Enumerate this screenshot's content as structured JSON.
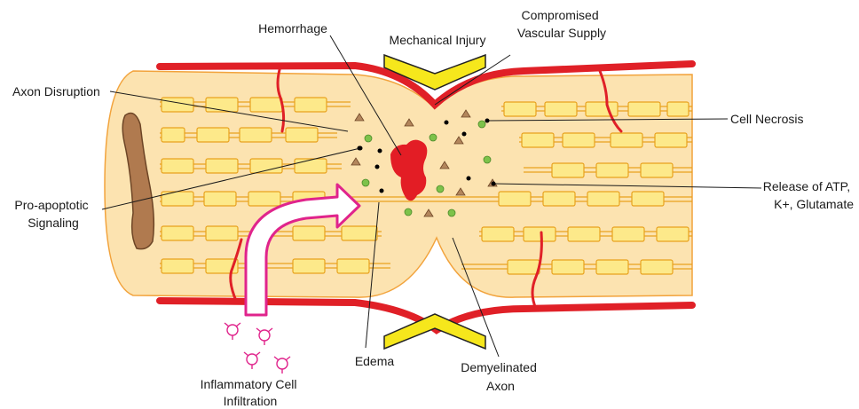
{
  "labels": {
    "hemorrhage": "Hemorrhage",
    "mechanical_injury": "Mechanical Injury",
    "compromised_vascular_supply": [
      "Compromised",
      "Vascular Supply"
    ],
    "axon_disruption": "Axon Disruption",
    "cell_necrosis": "Cell Necrosis",
    "pro_apoptotic_signaling": [
      "Pro-apoptotic",
      "Signaling"
    ],
    "release_of_atp": [
      "Release of ATP,",
      "K+, Glutamate"
    ],
    "edema": "Edema",
    "demyelinated_axon": [
      "Demyelinated",
      "Axon"
    ],
    "inflammatory_cell_infiltration": [
      "Inflammatory Cell",
      "Infiltration"
    ]
  },
  "colors": {
    "tissue_fill": "#fce3b0",
    "tissue_stroke": "#f2a33c",
    "myelin_fill": "#fde98a",
    "myelin_stroke": "#e8a21e",
    "vessel": "#e02027",
    "hemorrhage": "#e31d25",
    "arrow_yellow": "#f6e71c",
    "inflammatory_magenta": "#e0248c",
    "nerve_root": "#b07a4f",
    "triangle": "#b3865c",
    "green_dot": "#7dc24a",
    "black_dot": "#000000",
    "leader_line": "#1a1a1a"
  }
}
